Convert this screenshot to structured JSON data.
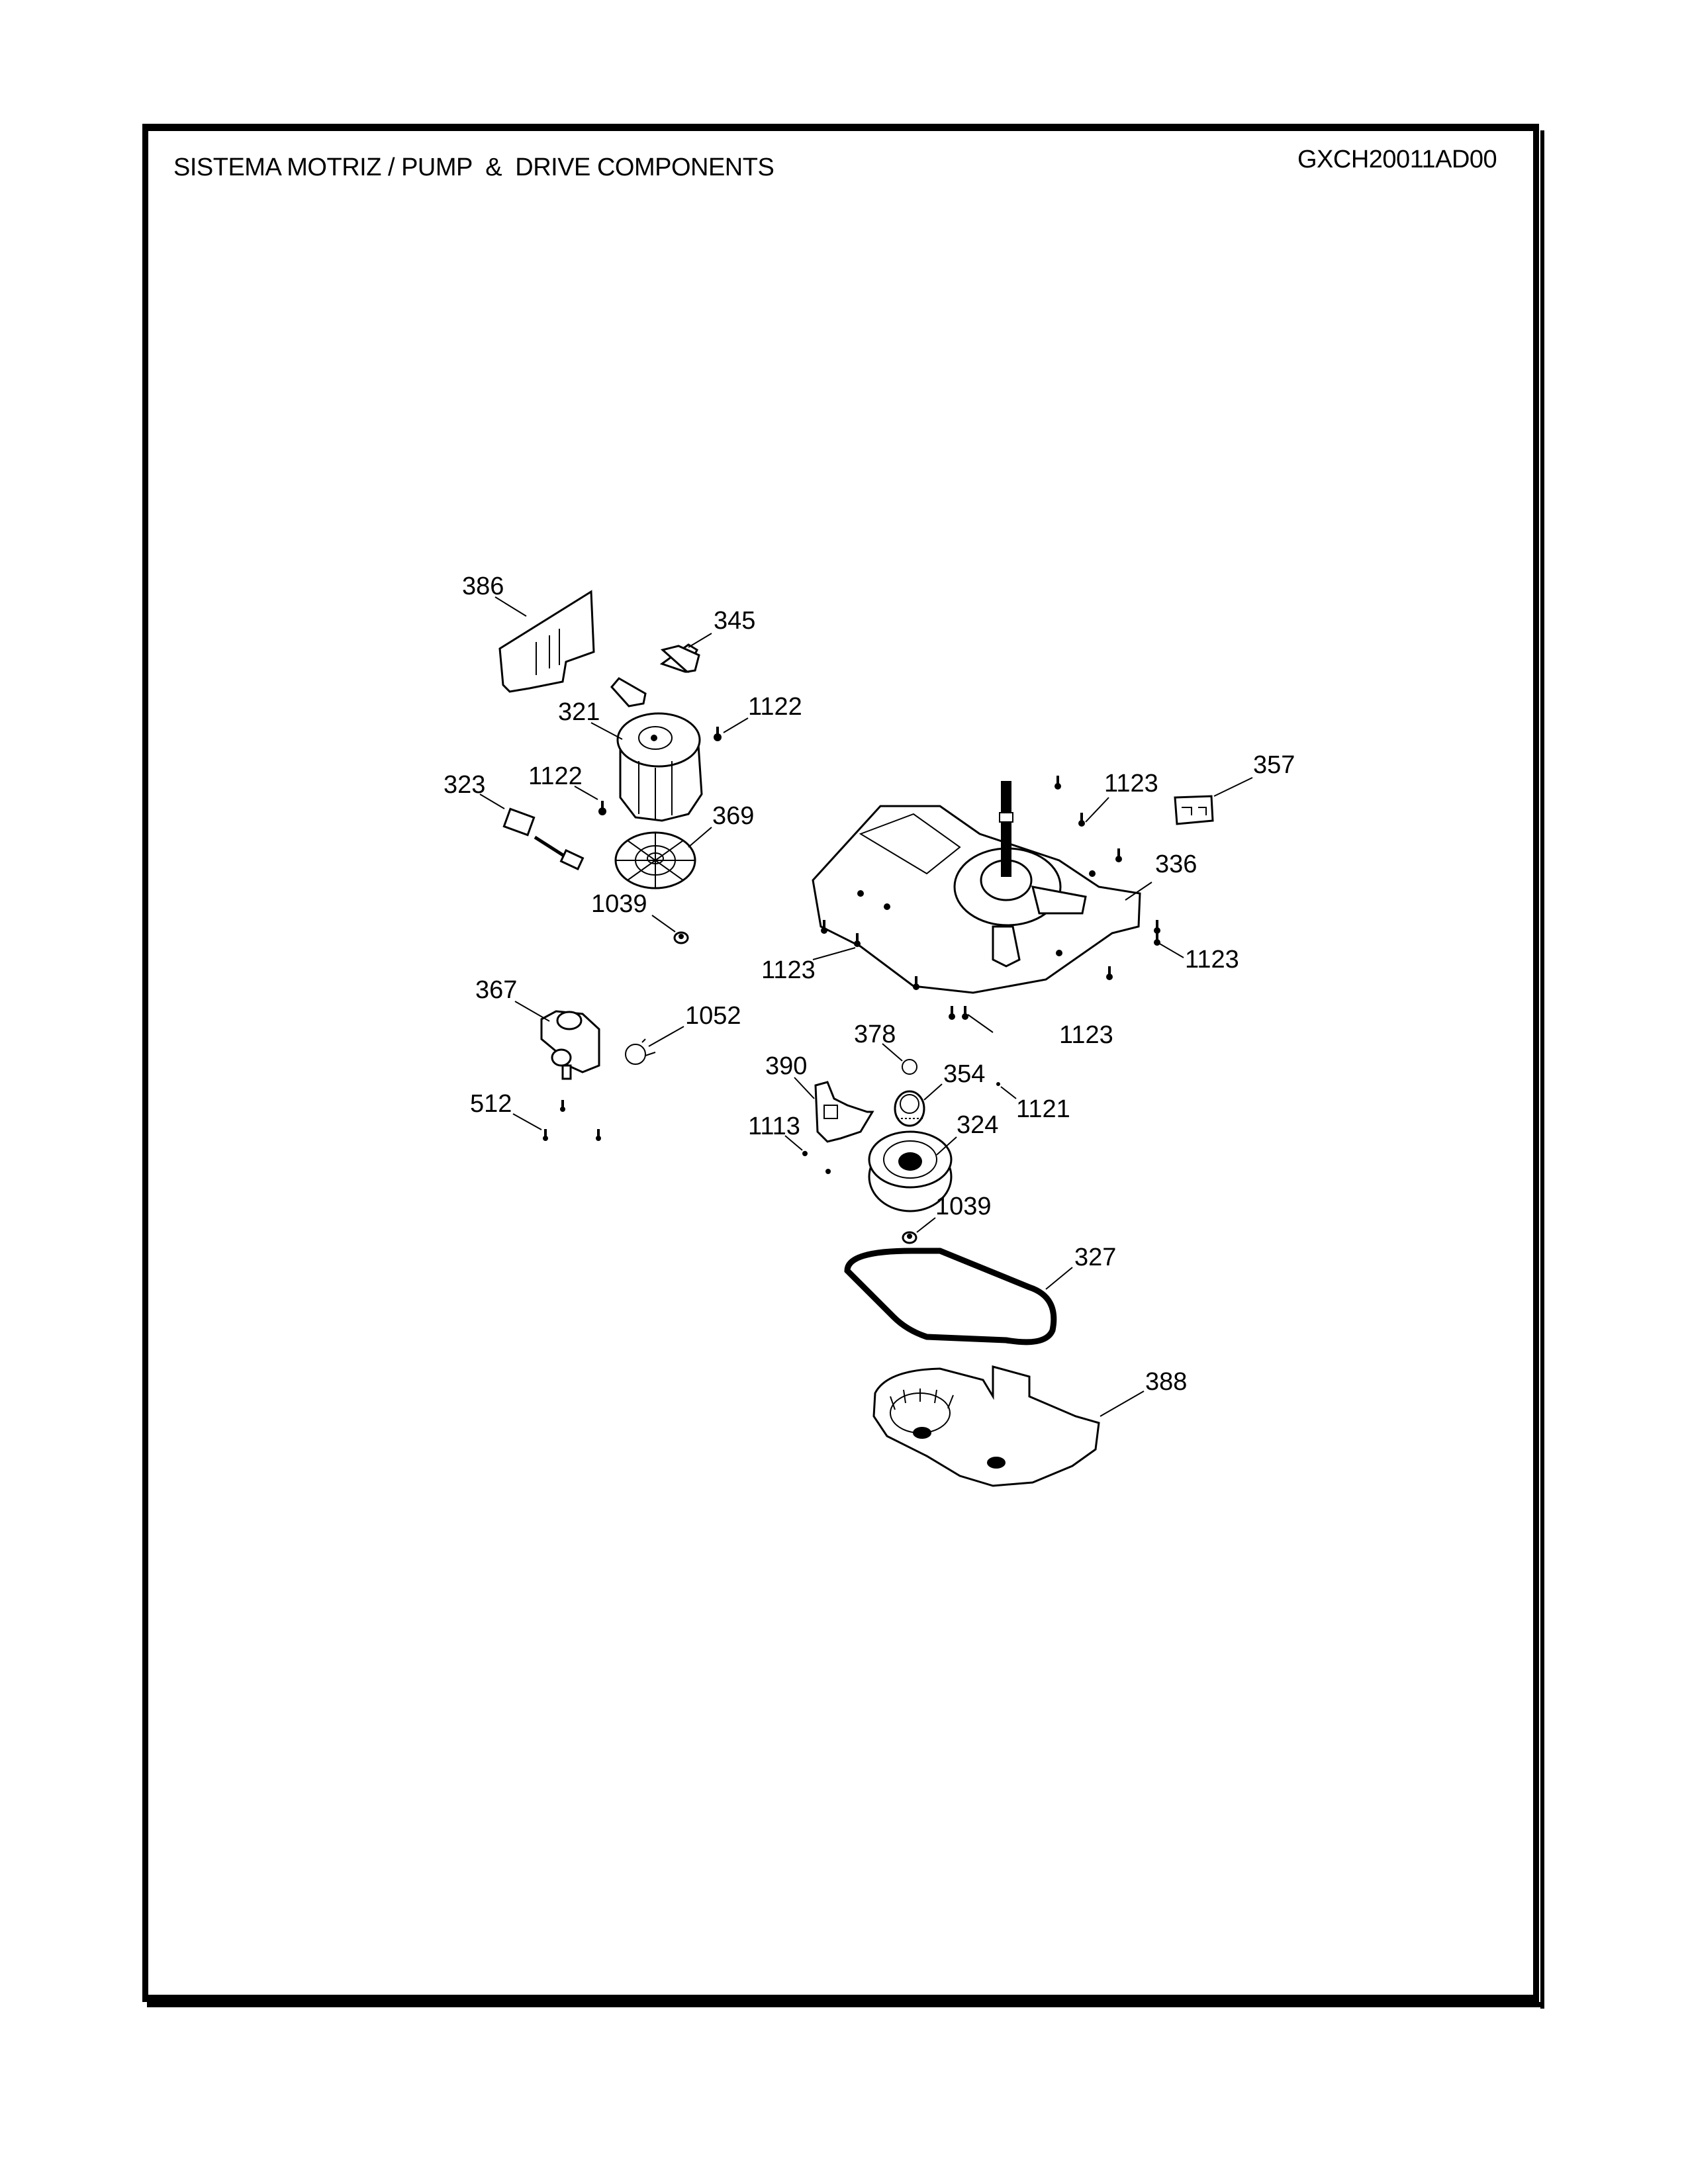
{
  "header": {
    "title": "SISTEMA MOTRIZ / PUMP  &  DRIVE COMPONENTS",
    "model_code": "GXCH20011AD00"
  },
  "callouts": [
    {
      "id": "386",
      "label": "386",
      "part": "shroud-bracket"
    },
    {
      "id": "345",
      "label": "345",
      "part": "motor-mount-pad"
    },
    {
      "id": "321",
      "label": "321",
      "part": "drive-motor"
    },
    {
      "id": "1122a",
      "label": "1122",
      "part": "screw"
    },
    {
      "id": "1122b",
      "label": "1122",
      "part": "screw"
    },
    {
      "id": "323",
      "label": "323",
      "part": "wire-harness-connector"
    },
    {
      "id": "369",
      "label": "369",
      "part": "motor-pulley-fan"
    },
    {
      "id": "1039a",
      "label": "1039",
      "part": "nut"
    },
    {
      "id": "1123a",
      "label": "1123",
      "part": "screw"
    },
    {
      "id": "357",
      "label": "357",
      "part": "clip"
    },
    {
      "id": "336",
      "label": "336",
      "part": "transmission-mounting-plate"
    },
    {
      "id": "1123b",
      "label": "1123",
      "part": "screw"
    },
    {
      "id": "1123c",
      "label": "1123",
      "part": "screw"
    },
    {
      "id": "1123d",
      "label": "1123",
      "part": "screw"
    },
    {
      "id": "367",
      "label": "367",
      "part": "drain-pump"
    },
    {
      "id": "1052",
      "label": "1052",
      "part": "hose-clamp"
    },
    {
      "id": "512",
      "label": "512",
      "part": "screw"
    },
    {
      "id": "378",
      "label": "378",
      "part": "retaining-ring"
    },
    {
      "id": "354",
      "label": "354",
      "part": "coupling-gear"
    },
    {
      "id": "390",
      "label": "390",
      "part": "shift-actuator"
    },
    {
      "id": "1121",
      "label": "1121",
      "part": "screw"
    },
    {
      "id": "1113",
      "label": "1113",
      "part": "screw"
    },
    {
      "id": "324",
      "label": "324",
      "part": "transmission-pulley"
    },
    {
      "id": "1039b",
      "label": "1039",
      "part": "nut"
    },
    {
      "id": "327",
      "label": "327",
      "part": "drive-belt"
    },
    {
      "id": "388",
      "label": "388",
      "part": "belt-guard"
    }
  ]
}
